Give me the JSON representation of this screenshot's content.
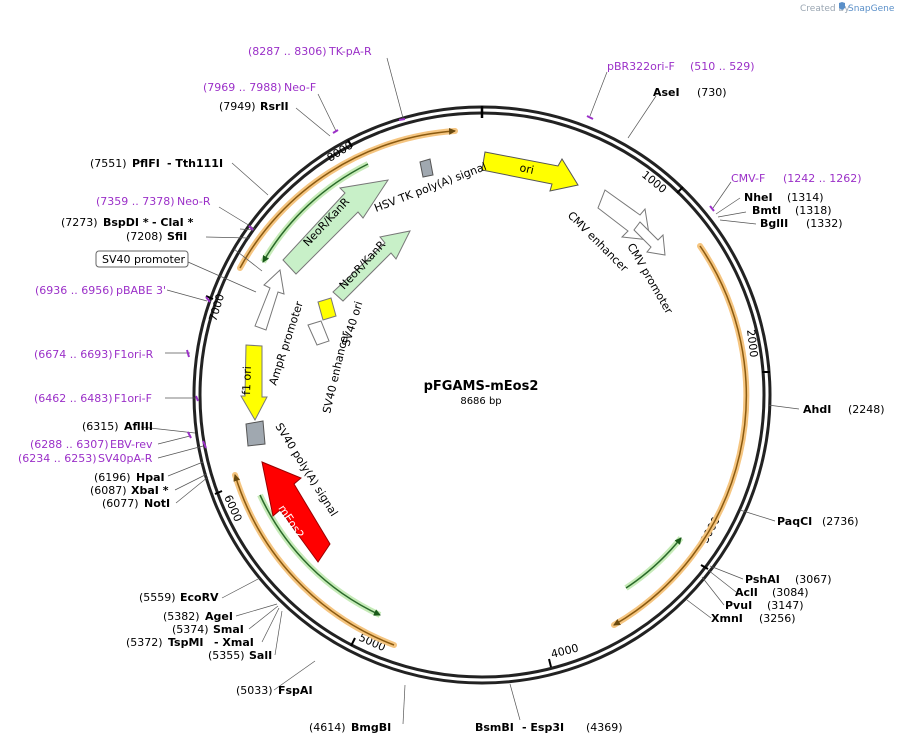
{
  "plasmid": {
    "name": "pFGAMS-mEos2",
    "length": "8686 bp"
  },
  "watermark": {
    "prefix": "Created by",
    "brand": "SnapGene"
  },
  "ticks": [
    "1000",
    "2000",
    "3000",
    "4000",
    "5000",
    "6000",
    "7000",
    "8000"
  ],
  "features": [
    {
      "label": "ori",
      "color": "#ffff00"
    },
    {
      "label": "CMV enhancer",
      "color": "#ffffff"
    },
    {
      "label": "CMV promoter",
      "color": "#ffffff"
    },
    {
      "label": "mEos2",
      "color": "#ff0000"
    },
    {
      "label": "SV40 poly(A) signal",
      "color": "#a0a8b0"
    },
    {
      "label": "f1 ori",
      "color": "#ffff00"
    },
    {
      "label": "AmpR promoter",
      "color": "#ffffff"
    },
    {
      "label": "NeoR/KanR",
      "color": "#c8f0c8"
    },
    {
      "label": "NeoR/KanR",
      "color": "#c8f0c8"
    },
    {
      "label": "HSV TK poly(A) signal",
      "color": "#a0a8b0"
    },
    {
      "label": "SV40 enhancer",
      "color": "#ffffff"
    },
    {
      "label": "SV40 ori",
      "color": "#ffff00"
    },
    {
      "label": "SV40 promoter",
      "color": "#ffffff"
    }
  ],
  "primers": [
    {
      "range": "(8287 .. 8306)",
      "name": "TK-pA-R"
    },
    {
      "range": "(7969 .. 7988)",
      "name": "Neo-F"
    },
    {
      "range": "(510 .. 529)",
      "name": "pBR322ori-F"
    },
    {
      "name": "CMV-F",
      "range": "(1242 .. 1262)"
    },
    {
      "range": "(7359 .. 7378)",
      "name": "Neo-R"
    },
    {
      "range": "(6936 .. 6956)",
      "name": "pBABE 3'"
    },
    {
      "range": "(6674 .. 6693)",
      "name": "F1ori-R"
    },
    {
      "range": "(6462 .. 6483)",
      "name": "F1ori-F"
    },
    {
      "range": "(6288 .. 6307)",
      "name": "EBV-rev"
    },
    {
      "range": "(6234 .. 6253)",
      "name": "SV40pA-R"
    }
  ],
  "sites": [
    {
      "pos": "(7949)",
      "name": "RsrII"
    },
    {
      "pos": "(7551)",
      "name": "PflFI",
      "extra": " - Tth111I"
    },
    {
      "pos": "(7273)",
      "name": "BspDI *",
      "extra": " - ClaI *"
    },
    {
      "pos": "(7208)",
      "name": "SfiI"
    },
    {
      "pos": "(6315)",
      "name": "AflIII"
    },
    {
      "pos": "(6196)",
      "name": "HpaI"
    },
    {
      "pos": "(6087)",
      "name": "XbaI *"
    },
    {
      "pos": "(6077)",
      "name": "NotI"
    },
    {
      "pos": "(5559)",
      "name": "EcoRV"
    },
    {
      "pos": "(5382)",
      "name": "AgeI"
    },
    {
      "pos": "(5374)",
      "name": "SmaI"
    },
    {
      "pos": "(5372)",
      "name": "TspMI",
      "extra": " - XmaI"
    },
    {
      "pos": "(5355)",
      "name": "SalI"
    },
    {
      "pos": "(5033)",
      "name": "FspAI"
    },
    {
      "pos": "(4614)",
      "name": "BmgBI"
    },
    {
      "name": "BsmBI",
      "extra": " - Esp3I",
      "pos": "(4369)"
    },
    {
      "name": "AseI",
      "pos": "(730)"
    },
    {
      "name": "NheI",
      "pos": "(1314)"
    },
    {
      "name": "BmtI",
      "pos": "(1318)"
    },
    {
      "name": "BglII",
      "pos": "(1332)"
    },
    {
      "name": "AhdI",
      "pos": "(2248)"
    },
    {
      "name": "PaqCI",
      "pos": "(2736)"
    },
    {
      "name": "PshAI",
      "pos": "(3067)"
    },
    {
      "name": "AclI",
      "pos": "(3084)"
    },
    {
      "name": "PvuI",
      "pos": "(3147)"
    },
    {
      "name": "XmnI",
      "pos": "(3256)"
    }
  ]
}
